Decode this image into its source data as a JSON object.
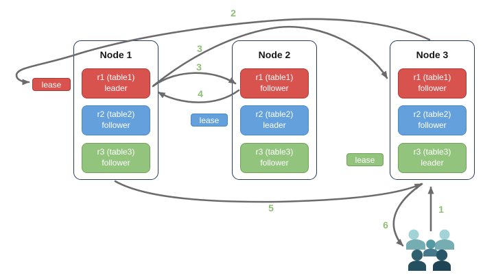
{
  "nodes": [
    {
      "title": "Node 1",
      "replicas": [
        {
          "name": "r1 (table1)",
          "role": "leader",
          "color": "red"
        },
        {
          "name": "r2 (table2)",
          "role": "follower",
          "color": "blue"
        },
        {
          "name": "r3 (table3)",
          "role": "follower",
          "color": "green"
        }
      ]
    },
    {
      "title": "Node 2",
      "replicas": [
        {
          "name": "r1 (table1)",
          "role": "follower",
          "color": "red"
        },
        {
          "name": "r2 (table2)",
          "role": "leader",
          "color": "blue"
        },
        {
          "name": "r3 (table3)",
          "role": "follower",
          "color": "green"
        }
      ]
    },
    {
      "title": "Node 3",
      "replicas": [
        {
          "name": "r1 (table1)",
          "role": "follower",
          "color": "red"
        },
        {
          "name": "r2 (table2)",
          "role": "follower",
          "color": "blue"
        },
        {
          "name": "r3 (table3)",
          "role": "leader",
          "color": "green"
        }
      ]
    }
  ],
  "leases": [
    {
      "label": "lease",
      "color": "red"
    },
    {
      "label": "lease",
      "color": "blue"
    },
    {
      "label": "lease",
      "color": "green"
    }
  ],
  "steps": {
    "s1": "1",
    "s2": "2",
    "s3a": "3",
    "s3b": "3",
    "s4": "4",
    "s5": "5",
    "s6": "6"
  },
  "icons": {
    "users": "users-group-icon"
  },
  "colors": {
    "red": "#d8524e",
    "red_border": "#ae3a36",
    "blue": "#64a0db",
    "blue_border": "#4d87c5",
    "green": "#93c47e",
    "green_border": "#6fa356",
    "node_border": "#24395e",
    "arrow": "#6b6b6b",
    "step_label": "#8dbf73"
  }
}
